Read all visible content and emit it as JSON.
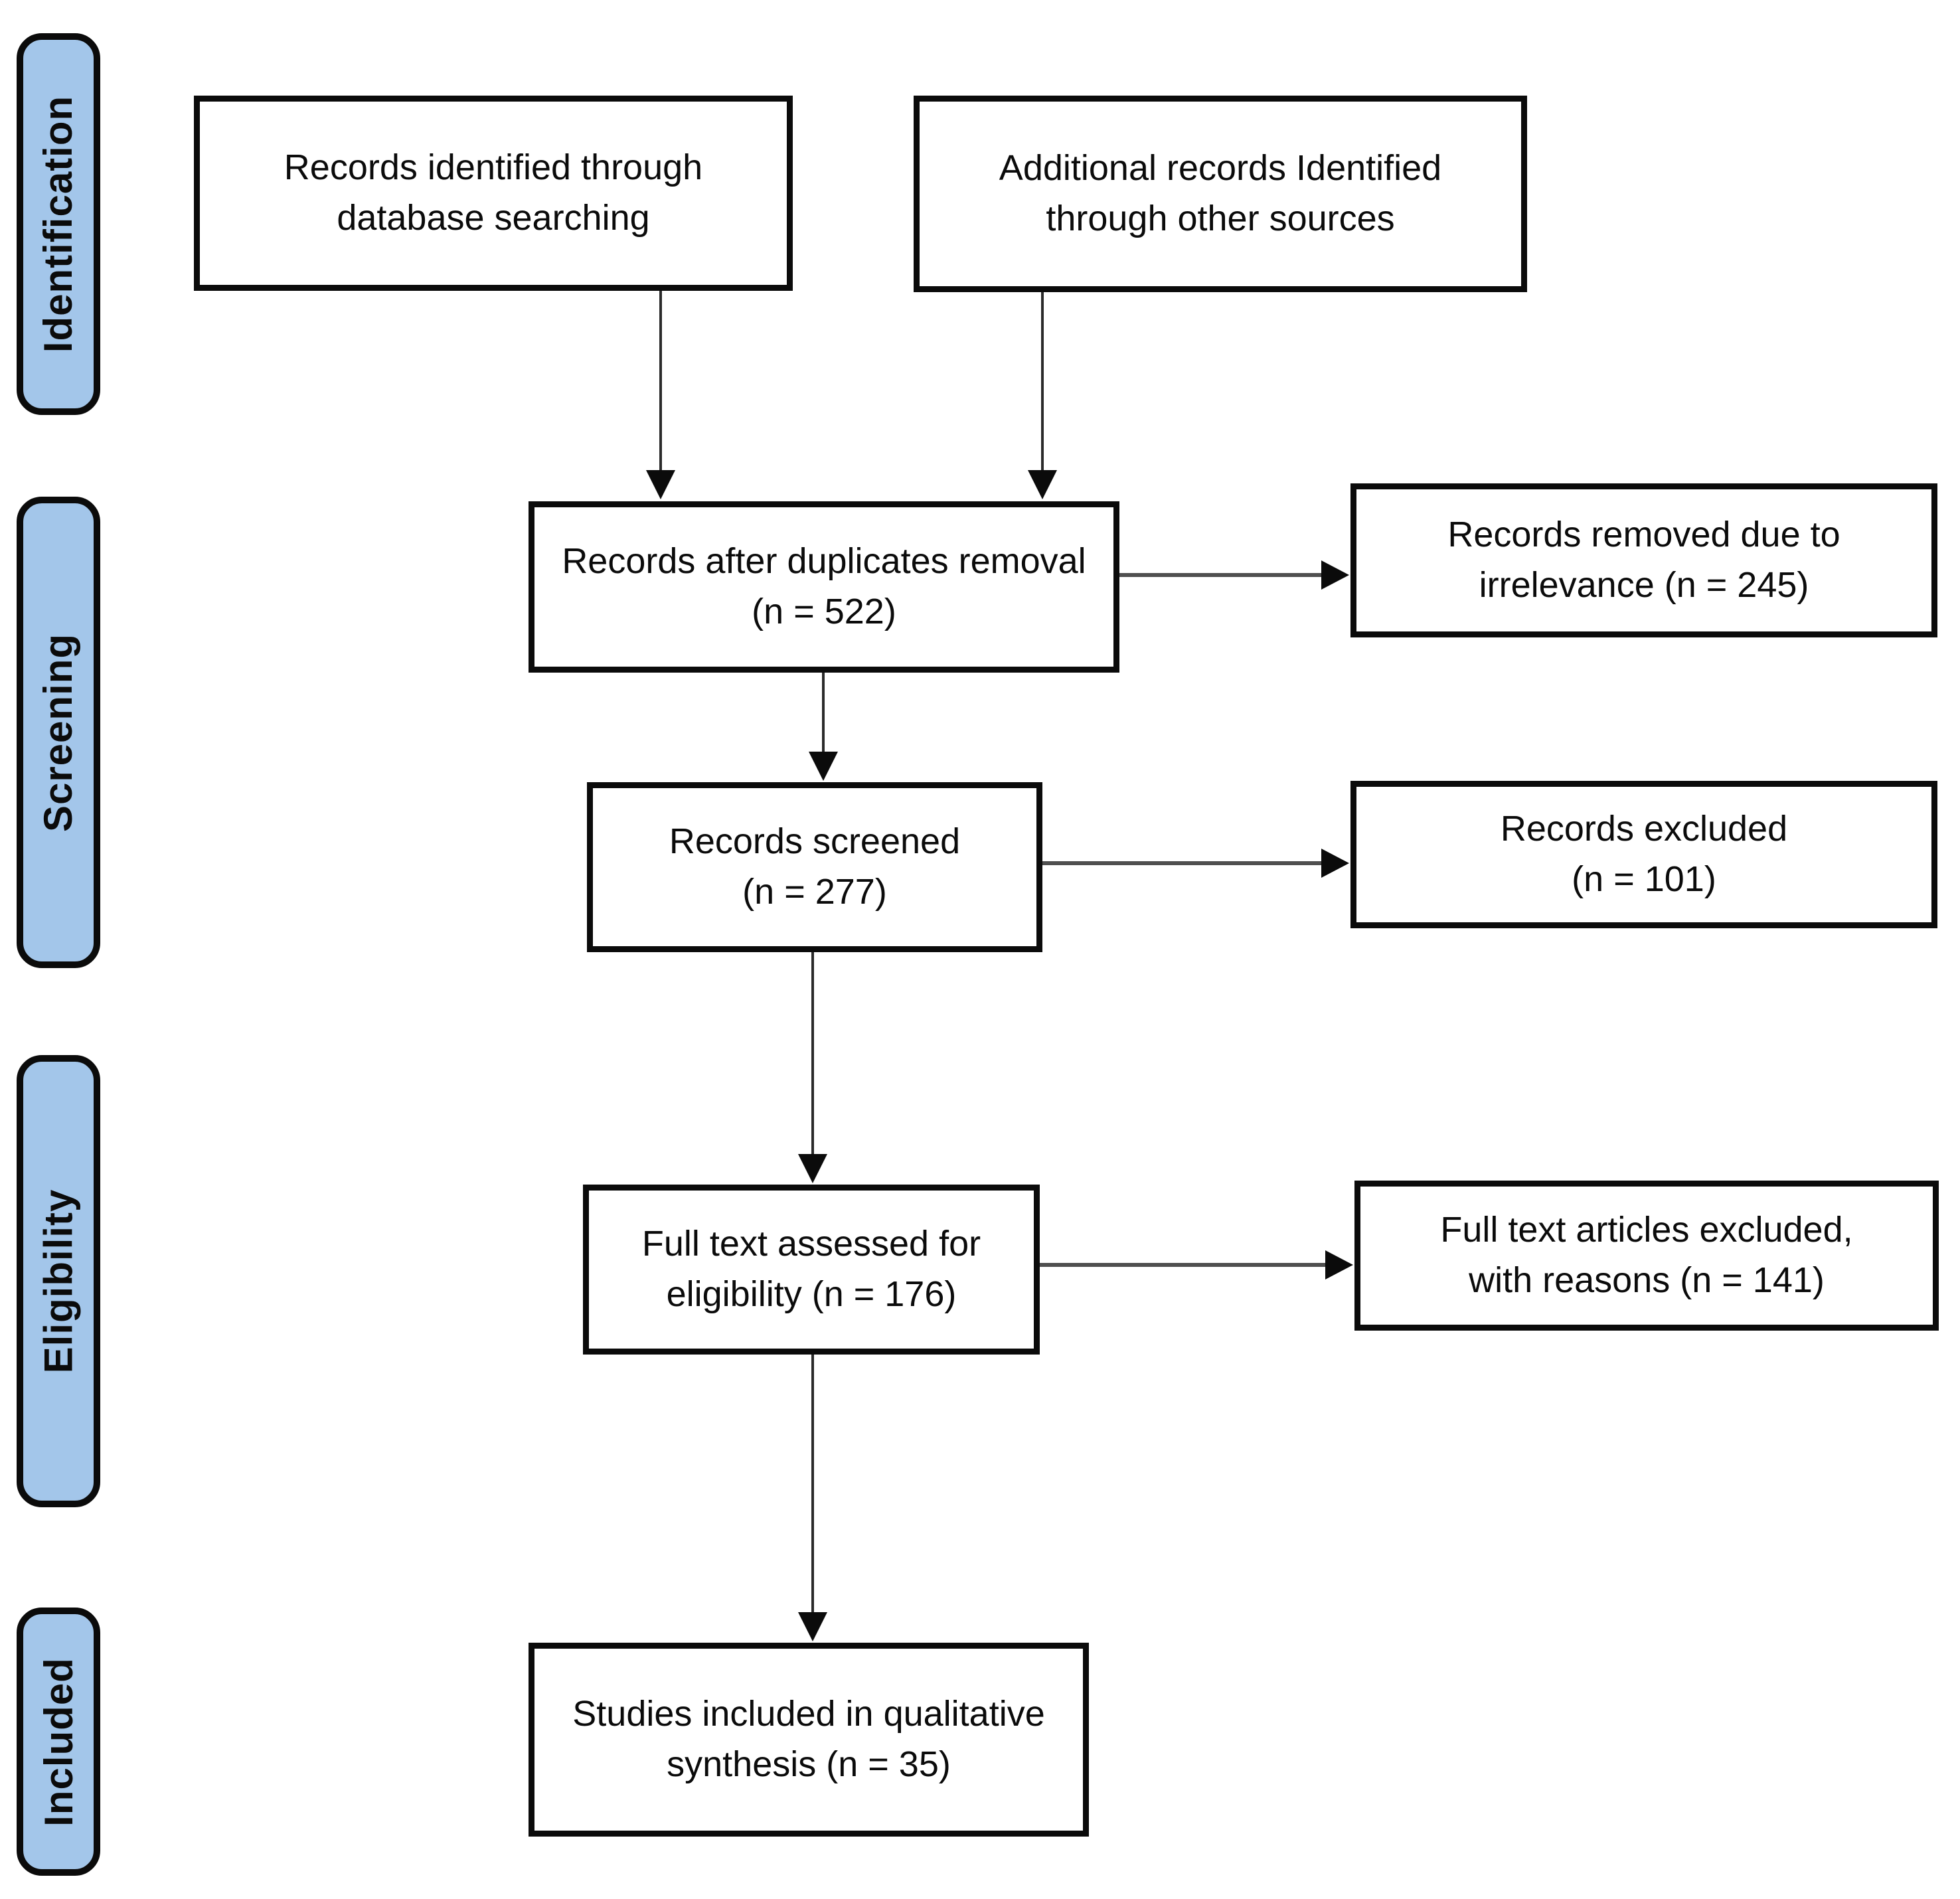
{
  "diagram": {
    "stages": [
      {
        "label": "Identification"
      },
      {
        "label": "Screening"
      },
      {
        "label": "Eligibility"
      },
      {
        "label": "Included"
      }
    ],
    "nodes": [
      {
        "label": "Records identified through\ndatabase searching"
      },
      {
        "label": "Additional records Identified\nthrough other sources"
      },
      {
        "label": "Records after duplicates removal\n(n = 522)",
        "n": 522
      },
      {
        "label": "Records removed due to\nirrelevance (n = 245)",
        "n": 245
      },
      {
        "label": "Records screened\n(n = 277)",
        "n": 277
      },
      {
        "label": "Records excluded\n(n = 101)",
        "n": 101
      },
      {
        "label": "Full text assessed for\neligibility (n = 176)",
        "n": 176
      },
      {
        "label": "Full text articles excluded,\nwith reasons (n = 141)",
        "n": 141
      },
      {
        "label": "Studies included in qualitative\nsynthesis (n = 35)",
        "n": 35
      }
    ],
    "colors": {
      "stage_fill": "#A3C6EA",
      "outline": "#0B0B0B",
      "connector": "#4F4F4F",
      "background": "#FFFFFF"
    }
  }
}
